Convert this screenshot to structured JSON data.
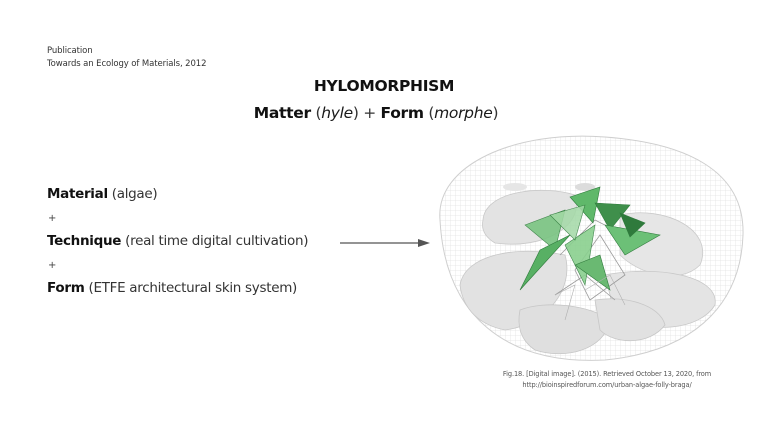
{
  "publication": {
    "label": "Publication",
    "citation": "Towards an  Ecology of  Materials, 2012"
  },
  "heading": {
    "title": "HYLOMORPHISM",
    "subtitle": {
      "matter": "Matter",
      "matter_paren_open": " (",
      "matter_greek": "hyle",
      "matter_paren_close": ") + ",
      "form": "Form",
      "form_paren_open": " (",
      "form_greek": "morphe",
      "form_paren_close": ")"
    }
  },
  "equation": {
    "items": [
      {
        "term": "Material",
        "desc": " (algae)"
      },
      {
        "term": "Technique",
        "desc": " (real time digital cultivation)"
      },
      {
        "term": "Form",
        "desc": " (ETFE architectural skin system)"
      }
    ],
    "operator": "+"
  },
  "figure": {
    "icon": "algae-folly-illustration",
    "colors": {
      "green": "#5fb86a",
      "green_dark": "#2f7a3c",
      "grey_petal": "#e4e4e4",
      "wire": "#d3d3d3"
    },
    "caption_line1": "Fig.18. [Digital image]. (2015).  Retrieved October 13, 2020, from",
    "caption_line2": "http://bioinspiredforum.com/urban-algae-folly-braga/"
  }
}
